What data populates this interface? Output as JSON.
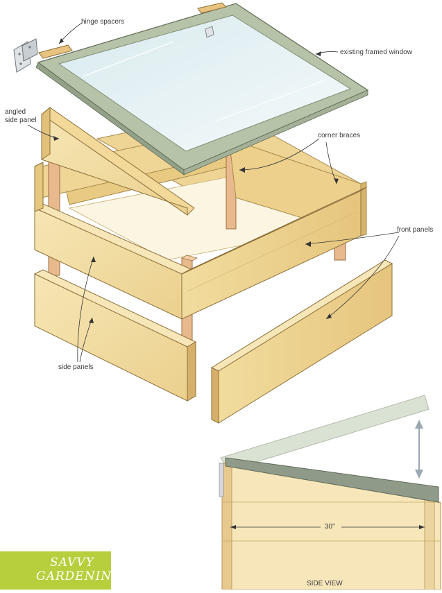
{
  "labels": {
    "hinge_spacers": "hinge spacers",
    "existing_framed_window": "existing framed window",
    "angled_side_panel_line1": "angled",
    "angled_side_panel_line2": "side panel",
    "corner_braces": "corner braces",
    "front_panels": "front panels",
    "side_panels": "side panels",
    "dimension": "30\"",
    "side_view": "SIDE VIEW"
  },
  "logo": {
    "line1": "SAVVY",
    "line2": "GARDENING"
  },
  "colors": {
    "wood": "#f2dfa6",
    "wood_dark": "#e4c67e",
    "wood_edge": "#c9a45a",
    "window_frame": "#b4bfa7",
    "glass": "#e6f1f3",
    "outline": "#6b5a36",
    "logo_bg": "#b7cf3d"
  }
}
